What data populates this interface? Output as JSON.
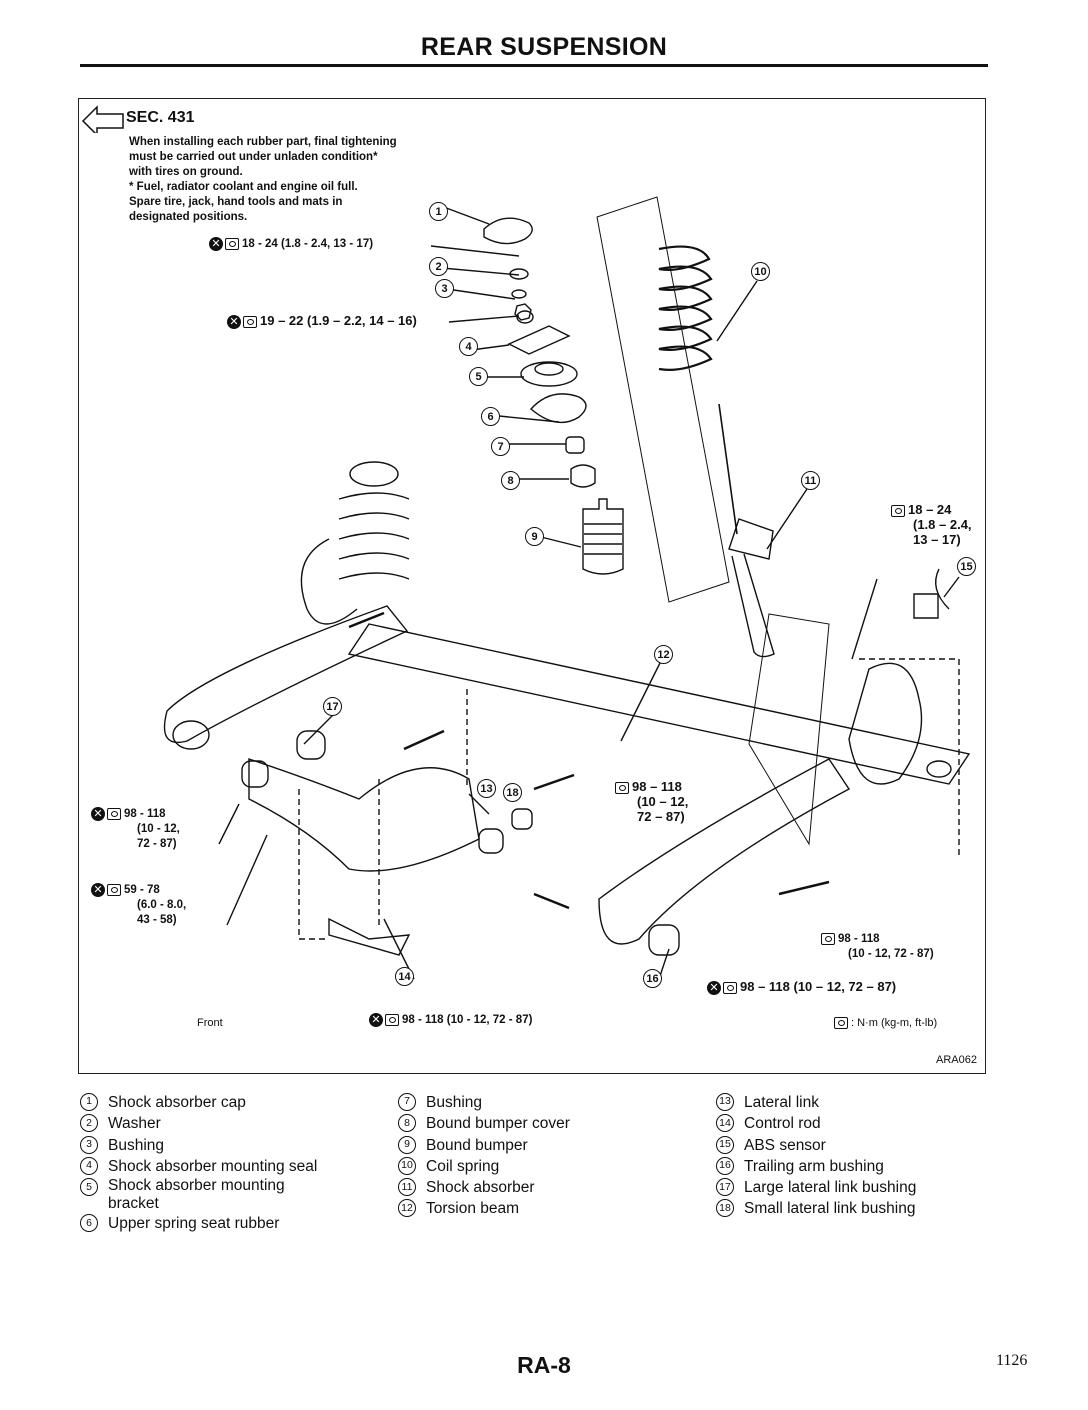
{
  "header": {
    "title": "REAR SUSPENSION"
  },
  "diagram": {
    "section": "SEC. 431",
    "install_note": [
      "When installing each rubber part, final tightening",
      "must be carried out under unladen condition*",
      "with tires on ground.",
      "*  Fuel, radiator coolant and engine oil full.",
      "   Spare tire, jack, hand tools and mats in",
      "   designated positions."
    ],
    "torques": {
      "t1": "18 - 24 (1.8 - 2.4, 13 - 17)",
      "t2": "19 – 22 (1.9 – 2.2, 14 – 16)",
      "t3": [
        "18 – 24",
        "(1.8 – 2.4,",
        "13 – 17)"
      ],
      "t4": [
        "98 - 118",
        "(10 - 12,",
        "72 - 87)"
      ],
      "t5": [
        "59 - 78",
        "(6.0 - 8.0,",
        "43 - 58)"
      ],
      "t6": [
        "98 – 118",
        "(10 – 12,",
        "72 – 87)"
      ],
      "t7": [
        "98 - 118",
        "(10 - 12, 72 - 87)"
      ],
      "t8": "98 – 118 (10 – 12, 72 – 87)",
      "t9": "98 - 118 (10 - 12, 72 - 87)"
    },
    "callouts": [
      "1",
      "2",
      "3",
      "4",
      "5",
      "6",
      "7",
      "8",
      "9",
      "10",
      "11",
      "12",
      "13",
      "14",
      "15",
      "16",
      "17",
      "18"
    ],
    "front_label": "Front",
    "unit_legend": ": N·m (kg-m, ft-lb)",
    "figure_code": "ARA062"
  },
  "legend": {
    "col1": [
      {
        "num": "1",
        "text": "Shock absorber cap"
      },
      {
        "num": "2",
        "text": "Washer"
      },
      {
        "num": "3",
        "text": "Bushing"
      },
      {
        "num": "4",
        "text": "Shock absorber mounting seal"
      },
      {
        "num": "5",
        "text": "Shock absorber mounting\nbracket"
      },
      {
        "num": "6",
        "text": "Upper spring seat rubber"
      }
    ],
    "col2": [
      {
        "num": "7",
        "text": "Bushing"
      },
      {
        "num": "8",
        "text": "Bound bumper cover"
      },
      {
        "num": "9",
        "text": "Bound bumper"
      },
      {
        "num": "10",
        "text": "Coil spring"
      },
      {
        "num": "11",
        "text": "Shock absorber"
      },
      {
        "num": "12",
        "text": "Torsion beam"
      }
    ],
    "col3": [
      {
        "num": "13",
        "text": "Lateral link"
      },
      {
        "num": "14",
        "text": "Control rod"
      },
      {
        "num": "15",
        "text": "ABS sensor"
      },
      {
        "num": "16",
        "text": "Trailing arm bushing"
      },
      {
        "num": "17",
        "text": "Large lateral link bushing"
      },
      {
        "num": "18",
        "text": "Small lateral link bushing"
      }
    ]
  },
  "footer": {
    "page_code": "RA-8",
    "page_number": "1126"
  }
}
